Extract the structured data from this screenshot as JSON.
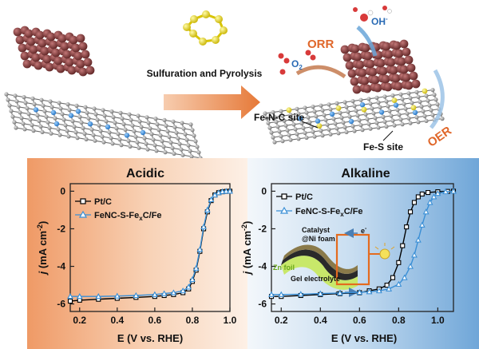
{
  "top": {
    "arrow_label": "Sulfuration and Pyrolysis",
    "orr_label": "ORR",
    "oer_label": "OER",
    "oh_label": "OH",
    "oh_sup": "-",
    "o2_label": "O",
    "o2_sub": "2",
    "fenc_site_label": "Fe-N-C site",
    "fes_site_label": "Fe-S site"
  },
  "acidic": {
    "title": "Acidic",
    "ylabel_j": "j",
    "ylabel_units": " (mA cm",
    "ylabel_sup": "-2",
    "ylabel_close": ")",
    "xlabel": "E (V vs. RHE)",
    "legend_ptc": "Pt/C",
    "legend_fenc": "FeNC-S-Fe",
    "legend_fenc_sub": "x",
    "legend_fenc_tail": "C/Fe",
    "xticks": [
      "0.2",
      "0.4",
      "0.6",
      "0.8",
      "1.0"
    ],
    "yticks": [
      "0",
      "-2",
      "-4",
      "-6"
    ]
  },
  "alkaline": {
    "title": "Alkaline",
    "ylabel_j": "j",
    "ylabel_units": " (mA cm",
    "ylabel_sup": "-2",
    "ylabel_close": ")",
    "xlabel": "E (V vs. RHE)",
    "legend_ptc": "Pt/C",
    "legend_fenc": "FeNC-S-Fe",
    "legend_fenc_sub": "x",
    "legend_fenc_tail": "C/Fe",
    "xticks": [
      "0.2",
      "0.4",
      "0.6",
      "0.8",
      "1.0"
    ],
    "yticks": [
      "0",
      "-2",
      "-4",
      "-6"
    ],
    "inset_catalyst": "Catalyst",
    "inset_ni": "@Ni foam",
    "inset_zn": "Zn foil",
    "inset_gel": "Gel electrolyte",
    "inset_e": "e",
    "inset_e_sup": "-"
  },
  "colors": {
    "ptc": "#000000",
    "fenc": "#3a8fd6",
    "acidic_bg": "#f2a779",
    "alkaline_bg": "#7fb0dc",
    "orr": "#e0672a",
    "oer": "#e0672a",
    "fe_atom": "#2f8fe0",
    "s_atom": "#f0e21a",
    "fe_cluster": "#8a3a3a"
  },
  "chart_data": [
    {
      "type": "line",
      "title": "Acidic",
      "xlabel": "E (V vs. RHE)",
      "ylabel": "j (mA cm-2)",
      "xlim": [
        0.15,
        1.0
      ],
      "ylim": [
        -6.4,
        0.4
      ],
      "series": [
        {
          "name": "Pt/C",
          "x": [
            0.15,
            0.2,
            0.3,
            0.4,
            0.5,
            0.6,
            0.65,
            0.7,
            0.75,
            0.78,
            0.8,
            0.82,
            0.84,
            0.86,
            0.88,
            0.9,
            0.92,
            0.94,
            0.96,
            0.98,
            1.0
          ],
          "y": [
            -5.85,
            -5.8,
            -5.75,
            -5.7,
            -5.65,
            -5.6,
            -5.55,
            -5.5,
            -5.4,
            -5.2,
            -4.8,
            -4.2,
            -3.2,
            -2.0,
            -1.1,
            -0.5,
            -0.2,
            -0.08,
            -0.03,
            -0.01,
            0.0
          ]
        },
        {
          "name": "FeNC-S-FexC/Fe",
          "x": [
            0.15,
            0.2,
            0.3,
            0.4,
            0.5,
            0.6,
            0.65,
            0.7,
            0.75,
            0.78,
            0.8,
            0.82,
            0.84,
            0.86,
            0.88,
            0.9,
            0.92,
            0.94,
            0.96,
            0.98,
            1.0
          ],
          "y": [
            -5.6,
            -5.6,
            -5.6,
            -5.58,
            -5.55,
            -5.5,
            -5.45,
            -5.4,
            -5.3,
            -5.1,
            -4.7,
            -4.1,
            -3.1,
            -1.9,
            -1.0,
            -0.45,
            -0.2,
            -0.08,
            -0.02,
            0.0,
            0.0
          ]
        }
      ]
    },
    {
      "type": "line",
      "title": "Alkaline",
      "xlabel": "E (V vs. RHE)",
      "ylabel": "j (mA cm-2)",
      "xlim": [
        0.15,
        1.08
      ],
      "ylim": [
        -6.4,
        0.4
      ],
      "series": [
        {
          "name": "Pt/C",
          "x": [
            0.15,
            0.2,
            0.3,
            0.4,
            0.5,
            0.6,
            0.65,
            0.7,
            0.74,
            0.77,
            0.8,
            0.82,
            0.84,
            0.86,
            0.88,
            0.9,
            0.92,
            0.95,
            1.0,
            1.05,
            1.08
          ],
          "y": [
            -5.6,
            -5.6,
            -5.55,
            -5.5,
            -5.45,
            -5.4,
            -5.3,
            -5.2,
            -5.0,
            -4.6,
            -3.8,
            -2.9,
            -1.9,
            -1.1,
            -0.6,
            -0.3,
            -0.15,
            -0.07,
            -0.03,
            -0.01,
            0.0
          ]
        },
        {
          "name": "FeNC-S-FexC/Fe",
          "x": [
            0.15,
            0.2,
            0.3,
            0.4,
            0.5,
            0.6,
            0.65,
            0.7,
            0.75,
            0.8,
            0.83,
            0.86,
            0.88,
            0.9,
            0.92,
            0.94,
            0.96,
            0.98,
            1.0,
            1.04,
            1.08
          ],
          "y": [
            -5.5,
            -5.5,
            -5.48,
            -5.45,
            -5.42,
            -5.38,
            -5.35,
            -5.3,
            -5.2,
            -4.95,
            -4.6,
            -4.0,
            -3.4,
            -2.6,
            -1.8,
            -1.1,
            -0.6,
            -0.3,
            -0.12,
            -0.03,
            0.0
          ]
        }
      ]
    }
  ]
}
